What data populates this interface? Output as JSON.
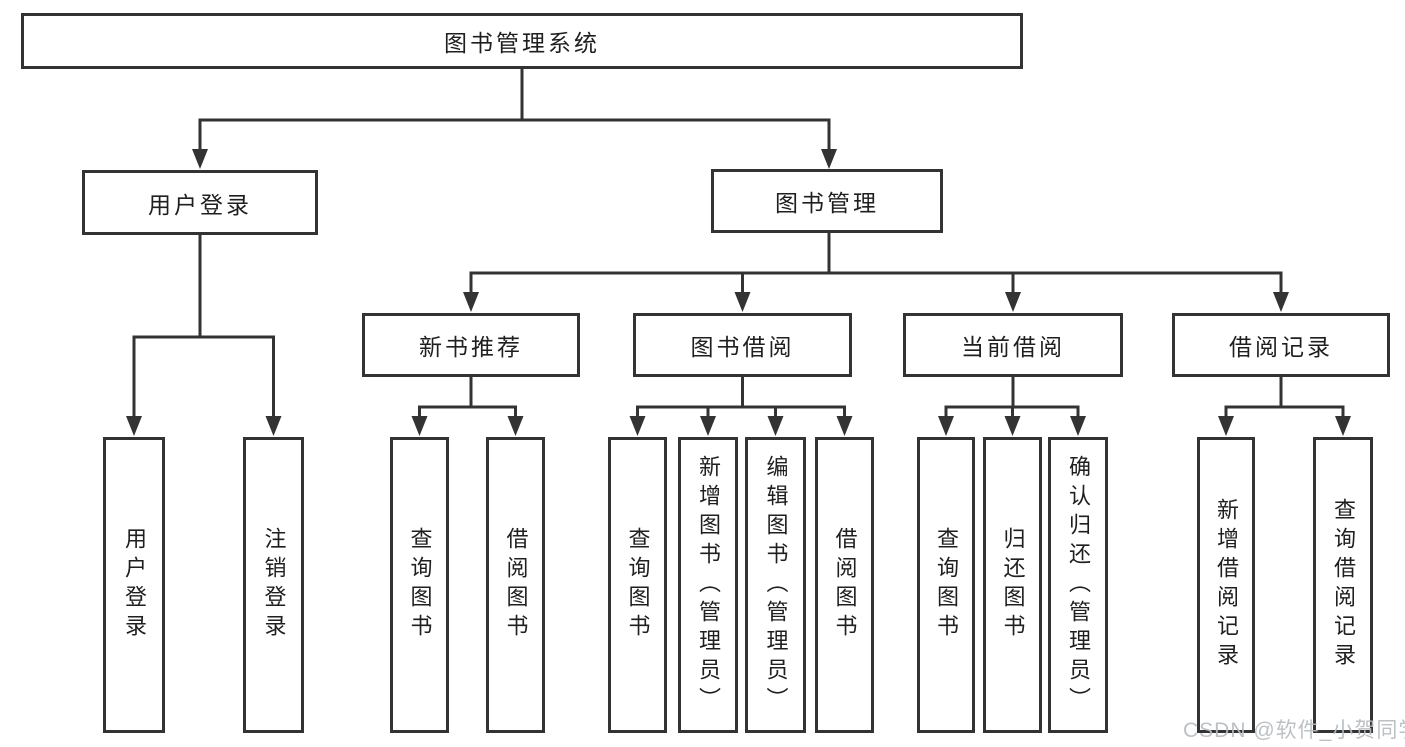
{
  "colors": {
    "line": "#333333",
    "box_border": "#333333",
    "text": "#1f1f1f",
    "background": "#ffffff",
    "watermark": "#b6bcc1"
  },
  "tree": {
    "label": "图书管理系统",
    "children": [
      {
        "label": "用户登录",
        "children": [
          {
            "label": "用户登录"
          },
          {
            "label": "注销登录"
          }
        ]
      },
      {
        "label": "图书管理",
        "children": [
          {
            "label": "新书推荐",
            "children": [
              {
                "label": "查询图书"
              },
              {
                "label": "借阅图书"
              }
            ]
          },
          {
            "label": "图书借阅",
            "children": [
              {
                "label": "查询图书"
              },
              {
                "label": "新增图书（管理员）"
              },
              {
                "label": "编辑图书（管理员）"
              },
              {
                "label": "借阅图书"
              }
            ]
          },
          {
            "label": "当前借阅",
            "children": [
              {
                "label": "查询图书"
              },
              {
                "label": "归还图书"
              },
              {
                "label": "确认归还（管理员）"
              }
            ]
          },
          {
            "label": "借阅记录",
            "children": [
              {
                "label": "新增借阅记录"
              },
              {
                "label": "查询借阅记录"
              }
            ]
          }
        ]
      }
    ]
  },
  "watermark": {
    "text": "CSDN @软件_小贺同学"
  }
}
